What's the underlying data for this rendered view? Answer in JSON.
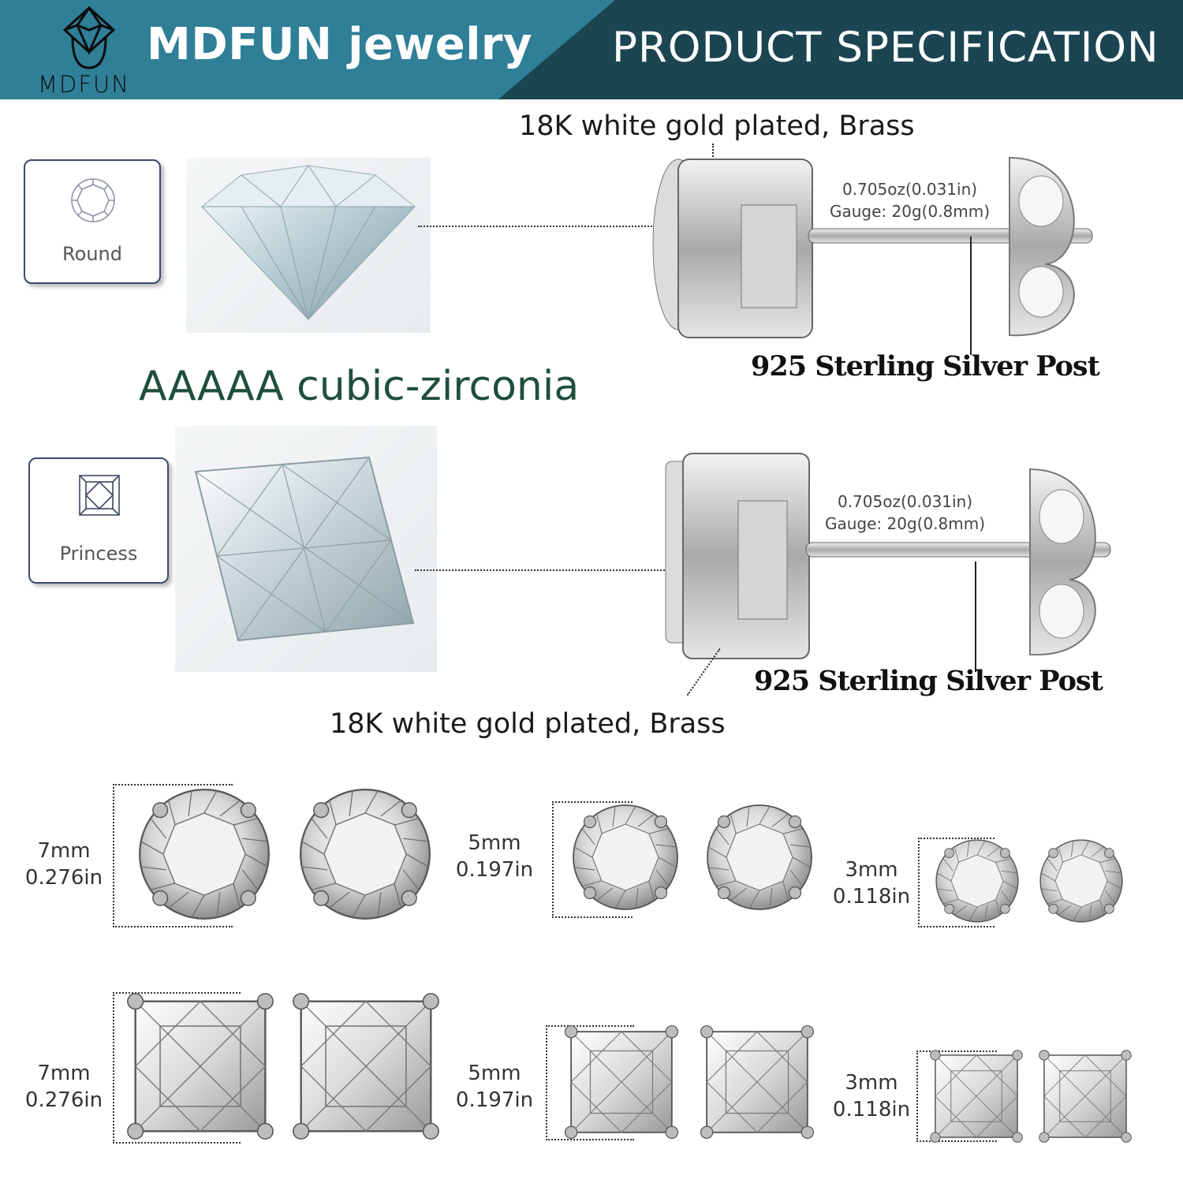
{
  "header": {
    "logo_text": "MDFUN",
    "brand": "MDFUN jewelry",
    "title": "PRODUCT SPECIFICATION",
    "colors": {
      "left": "#2f7f97",
      "right": "#1c4552"
    }
  },
  "shapes": {
    "round": {
      "label": "Round",
      "icon": "round-cut-icon"
    },
    "princess": {
      "label": "Princess",
      "icon": "princess-cut-icon"
    }
  },
  "stone_grade": "AAAAA cubic-zirconia",
  "round_earring": {
    "material": "18K white gold plated, Brass",
    "weight": "0.705oz(0.031in)",
    "gauge": "Gauge: 20g(0.8mm)",
    "post": "925 Sterling Silver Post"
  },
  "princess_earring": {
    "material": "18K white gold plated, Brass",
    "weight": "0.705oz(0.031in)",
    "gauge": "Gauge: 20g(0.8mm)",
    "post": "925 Sterling Silver Post"
  },
  "sizes": {
    "round": [
      {
        "mm": "7mm",
        "in": "0.276in"
      },
      {
        "mm": "5mm",
        "in": "0.197in"
      },
      {
        "mm": "3mm",
        "in": "0.118in"
      }
    ],
    "princess": [
      {
        "mm": "7mm",
        "in": "0.276in"
      },
      {
        "mm": "5mm",
        "in": "0.197in"
      },
      {
        "mm": "3mm",
        "in": "0.118in"
      }
    ]
  }
}
